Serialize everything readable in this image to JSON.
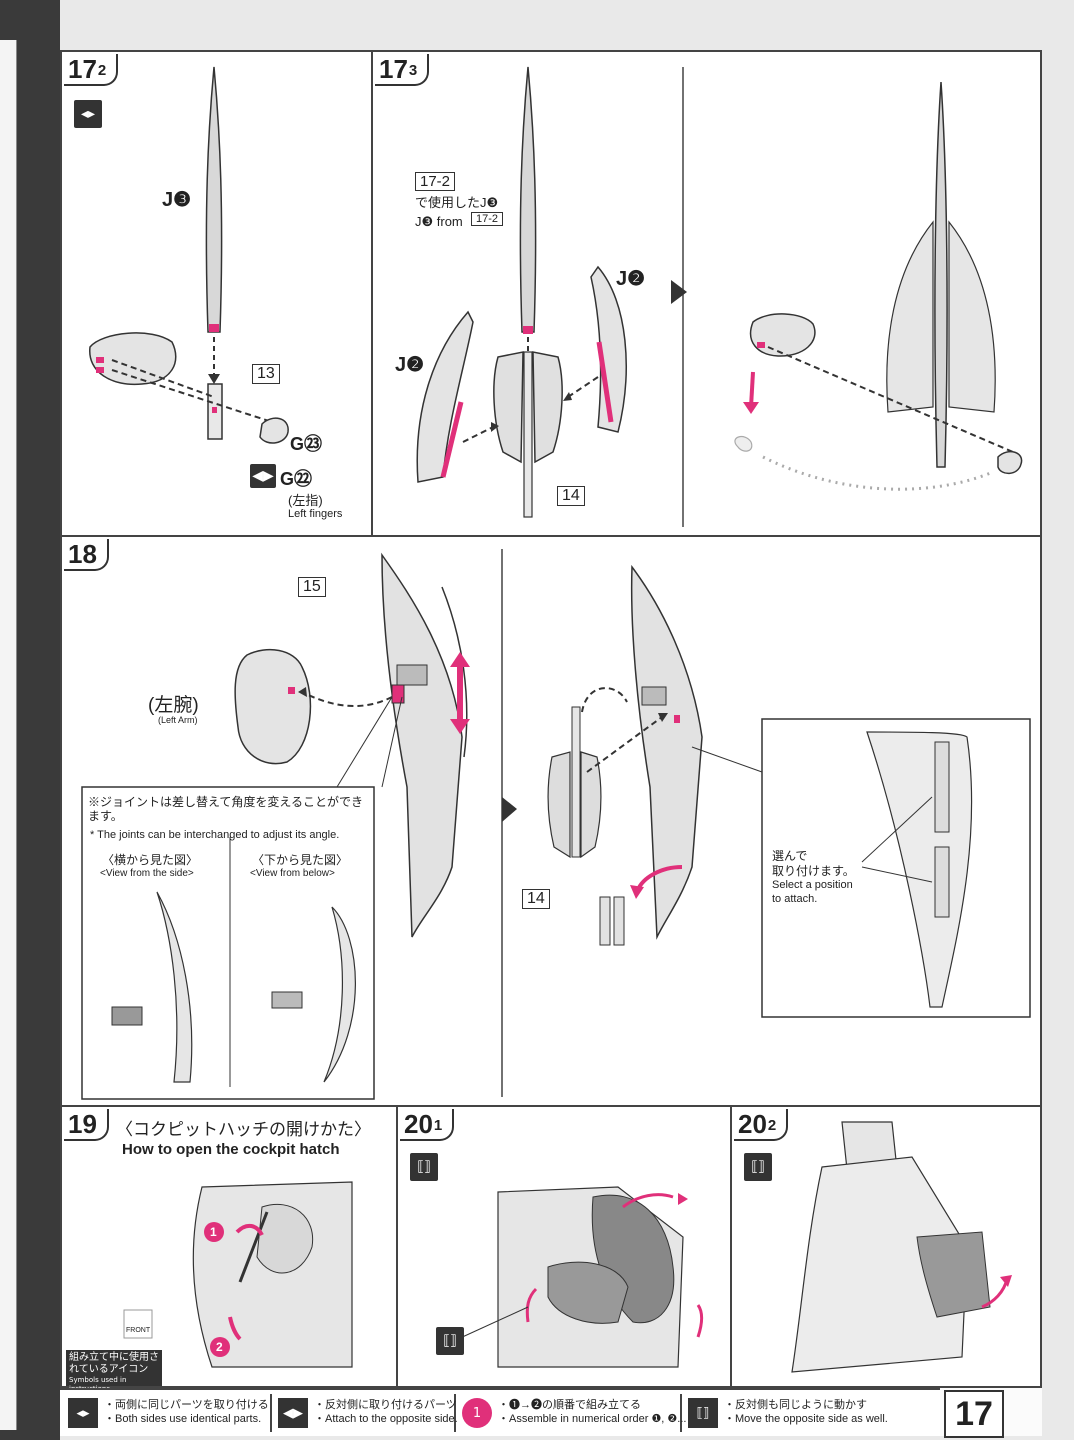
{
  "page_number": "17",
  "steps": {
    "s17_2": {
      "num": "17",
      "sub": "2",
      "icon": "both-sides-icon",
      "part_main": "J❸",
      "part_no": "13",
      "hand_part": "G㉓",
      "alt_part": "G㉒",
      "alt_note_jp": "(左指)",
      "alt_note_en": "Left fingers"
    },
    "s17_3": {
      "num": "17",
      "sub": "3",
      "ref_box": "17-2",
      "ref_jp": "で使用したJ❸",
      "ref_en": "J❸ from",
      "ref_box2": "17-2",
      "wing_left": "J❷",
      "wing_right": "J❷",
      "part_no": "14"
    },
    "s18": {
      "num": "18",
      "part_no_top": "15",
      "arm_jp": "(左腕)",
      "arm_en": "(Left Arm)",
      "note_jp": "※ジョイントは差し替えて角度を変えることができます。",
      "note_en": "* The joints can be interchanged to adjust its angle.",
      "view_side_jp": "〈横から見た図〉",
      "view_side_en": "<View from the side>",
      "view_below_jp": "〈下から見た図〉",
      "view_below_en": "<View from below>",
      "part_no_bottom": "14",
      "select_jp1": "選んで",
      "select_jp2": "取り付けます。",
      "select_en1": "Select a position",
      "select_en2": "to attach."
    },
    "s19": {
      "num": "19",
      "title_jp": "〈コクピットハッチの開けかた〉",
      "title_en": "How to open the cockpit hatch",
      "front_label": "FRONT",
      "symbols_jp": "組み立て中に使用されているアイコン",
      "symbols_en": "Symbols used in instructions"
    },
    "s20_1": {
      "num": "20",
      "sub": "1"
    },
    "s20_2": {
      "num": "20",
      "sub": "2"
    }
  },
  "legend": [
    {
      "icon": "both-sides-icon",
      "jp": "・両側に同じパーツを取り付ける",
      "en": "・Both sides use identical parts."
    },
    {
      "icon": "opposite-side-icon",
      "jp": "・反対側に取り付けるパーツ",
      "en": "・Attach to the opposite side."
    },
    {
      "icon": "numerical-order-icon",
      "jp": "・❶→❷の順番で組み立てる",
      "en": "・Assemble in numerical order ❶, ❷..."
    },
    {
      "icon": "move-opposite-icon",
      "jp": "・反対側も同じように動かす",
      "en": "・Move the opposite side as well."
    }
  ],
  "colors": {
    "accent": "#e0307a",
    "line": "#333333",
    "part_fill": "#d8d8d8"
  }
}
